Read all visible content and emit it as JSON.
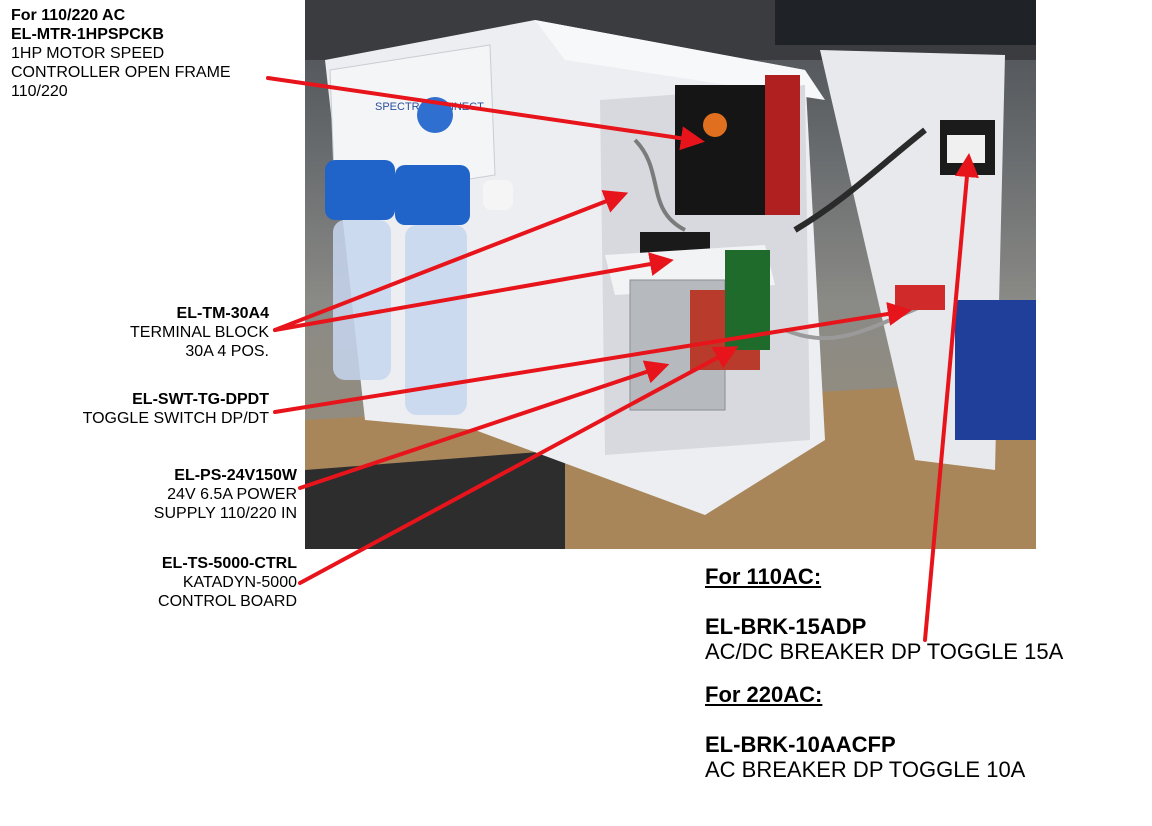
{
  "callouts": {
    "motor": {
      "line1": "For 110/220 AC",
      "part": "EL-MTR-1HPSPCKB",
      "desc1": "1HP MOTOR SPEED",
      "desc2": "CONTROLLER OPEN FRAME",
      "desc3": "110/220"
    },
    "terminal": {
      "part": "EL-TM-30A4",
      "desc1": "TERMINAL BLOCK",
      "desc2": "30A 4 POS."
    },
    "toggle": {
      "part": "EL-SWT-TG-DPDT",
      "desc1": "TOGGLE SWITCH DP/DT"
    },
    "power": {
      "part": "EL-PS-24V150W",
      "desc1": "24V 6.5A POWER",
      "desc2": "SUPPLY 110/220 IN"
    },
    "control": {
      "part": "EL-TS-5000-CTRL",
      "desc1": "KATADYN-5000",
      "desc2": "CONTROL BOARD"
    },
    "breakers": {
      "heading110": "For 110AC:",
      "part110": "EL-BRK-15ADP",
      "desc110": "AC/DC BREAKER DP TOGGLE 15A",
      "heading220": "For 220AC:",
      "part220": "EL-BRK-10AACFP",
      "desc220": "AC BREAKER DP TOGGLE 10A"
    }
  },
  "photo": {
    "panel_brand": "SPECTRA CONNECT"
  },
  "colors": {
    "arrow": "#e8141b",
    "text": "#000000"
  }
}
